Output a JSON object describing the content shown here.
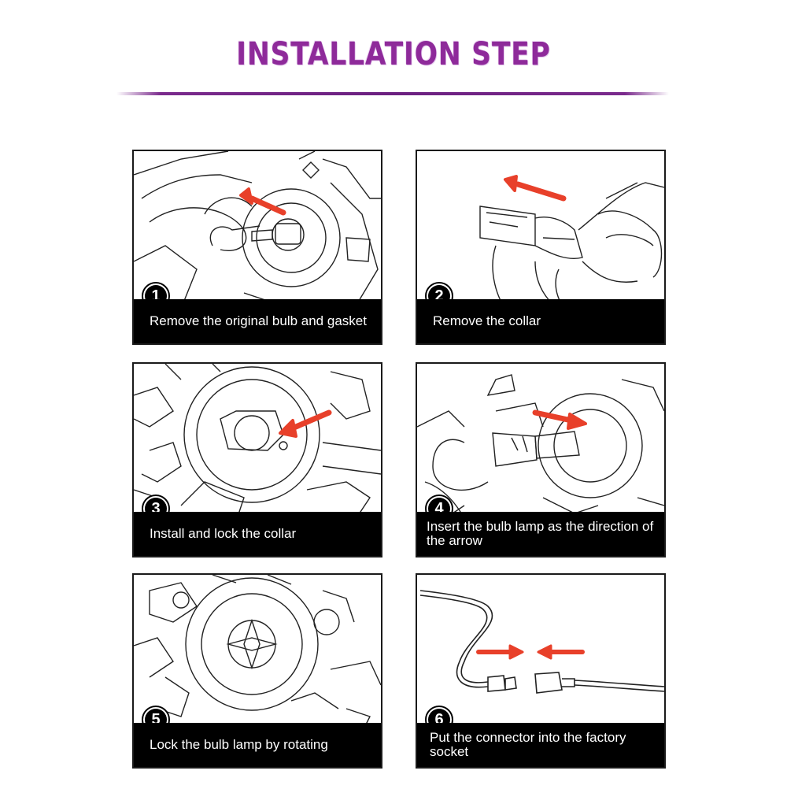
{
  "title": "INSTALLATION STEP",
  "steps": [
    {
      "number": "1",
      "caption": "Remove the original bulb and gasket"
    },
    {
      "number": "2",
      "caption": "Remove the collar"
    },
    {
      "number": "3",
      "caption": "Install and lock the collar"
    },
    {
      "number": "4",
      "caption": "Insert the bulb lamp as the direction of the arrow"
    },
    {
      "number": "5",
      "caption": "Lock the bulb lamp by rotating"
    },
    {
      "number": "6",
      "caption": "Put the connector into the factory socket"
    }
  ],
  "colors": {
    "title": "#8e2a9a",
    "arrow": "#e8402a",
    "caption_bg": "#000000"
  },
  "icons": [
    "removal-arrow-icon",
    "connector-arrow-icon"
  ]
}
